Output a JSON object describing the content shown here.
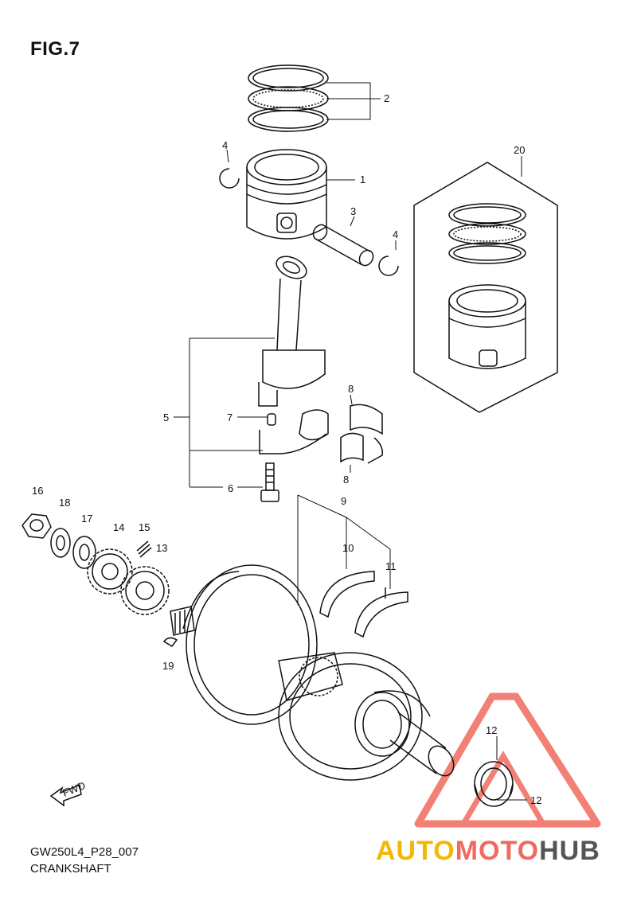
{
  "figure": {
    "title": "FIG.7"
  },
  "footer": {
    "code": "GW250L4_P28_007",
    "name": "CRANKSHAFT"
  },
  "watermark": {
    "part1": "AUTO",
    "part2": "MOTO",
    "part3": "HUB",
    "color_outline": "#f06a5e",
    "color_yellow": "#f2b705"
  },
  "fwd_label": "FWD",
  "callouts": {
    "c1": "1",
    "c2": "2",
    "c3": "3",
    "c4a": "4",
    "c4b": "4",
    "c5": "5",
    "c6": "6",
    "c7": "7",
    "c8a": "8",
    "c8b": "8",
    "c9": "9",
    "c10": "10",
    "c11": "11",
    "c12a": "12",
    "c12b": "12",
    "c13": "13",
    "c14": "14",
    "c15": "15",
    "c16": "16",
    "c17": "17",
    "c18": "18",
    "c19": "19",
    "c20": "20"
  }
}
